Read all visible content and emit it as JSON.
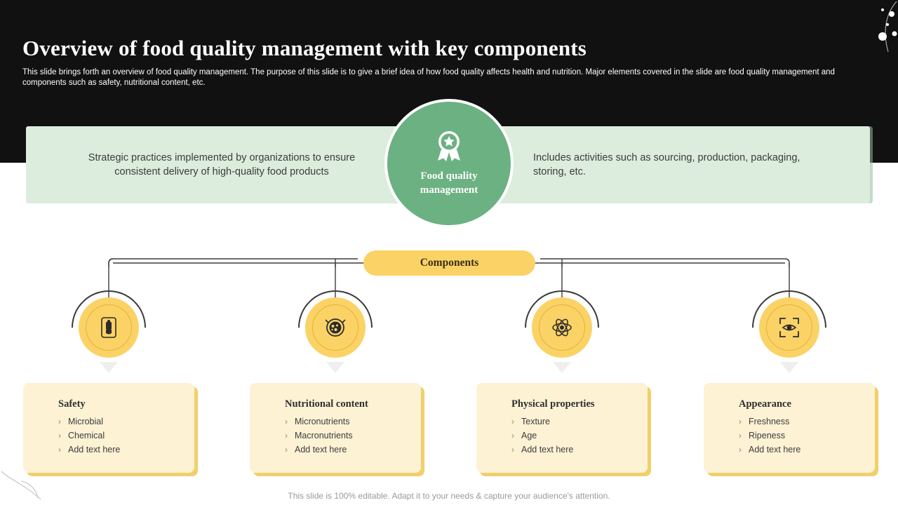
{
  "header": {
    "title": "Overview of food quality management with key components",
    "subtitle": "This slide brings forth an overview of food quality management. The purpose of this slide is to give a brief idea of how food quality affects health and nutrition. Major elements covered in the slide are food quality management and components such as safety, nutritional content, etc."
  },
  "hero": {
    "center_label": "Food quality management",
    "left_text": "Strategic practices implemented by organizations to ensure consistent delivery of high-quality food products",
    "right_text": "Includes activities such as sourcing, production, packaging, storing, etc."
  },
  "components": {
    "pill_label": "Components",
    "items": [
      {
        "title": "Safety",
        "icon": "hand-hygiene-icon",
        "bullets": [
          "Microbial",
          "Chemical",
          "Add text here"
        ]
      },
      {
        "title": "Nutritional content",
        "icon": "healthy-plate-icon",
        "bullets": [
          "Micronutrients",
          "Macronutrients",
          "Add text here"
        ]
      },
      {
        "title": "Physical properties",
        "icon": "atom-icon",
        "bullets": [
          "Texture",
          "Age",
          "Add text here"
        ]
      },
      {
        "title": "Appearance",
        "icon": "eye-scan-icon",
        "bullets": [
          "Freshness",
          "Ripeness",
          "Add text here"
        ]
      }
    ],
    "bullet_marker": "›"
  },
  "footer": {
    "note": "This slide is 100% editable. Adapt it to your needs & capture your audience's attention."
  },
  "colors": {
    "dark_band": "#111111",
    "green_circle": "#6cb182",
    "green_banner": "#dcecdd",
    "yellow": "#fbd266",
    "card": "#fdf2d4"
  }
}
